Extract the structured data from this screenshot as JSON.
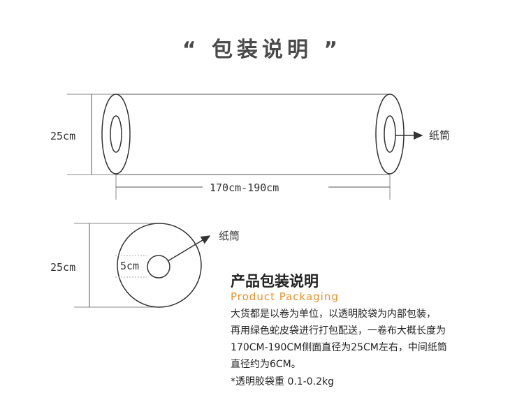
{
  "title": "“ 包装说明 ”",
  "diagram": {
    "height_label_top": "25cm",
    "length_label": "170cm-190cm",
    "core_label_top": "纸筒",
    "height_label_bottom": "25cm",
    "core_diameter_label": "5cm",
    "core_label_bottom": "纸筒"
  },
  "info": {
    "heading": "产品包装说明",
    "subheading": "Product Packaging",
    "lines": [
      "大货都是以卷为单位，以透明胶袋为内部包装，",
      "再用绿色蛇皮袋进行打包配送，一卷布大概长度为",
      "170CM-190CM侧面直径为25CM左右，中间纸筒",
      "直径约为6CM。"
    ],
    "note": "*透明胶袋重 0.1-0.2kg"
  }
}
